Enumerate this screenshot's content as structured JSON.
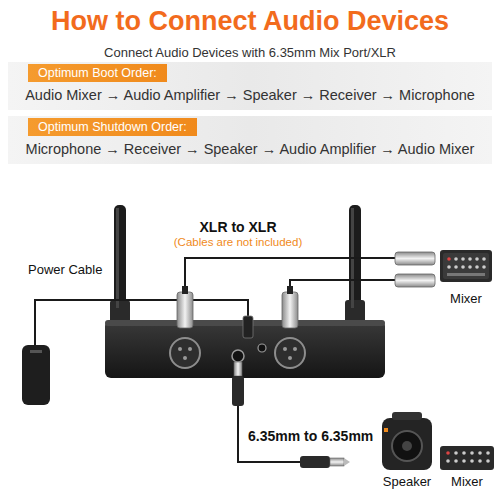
{
  "diagram": {
    "title": "How to Connect Audio Devices",
    "nodes": [
      {
        "text": [
          "Audio Mixer → Audio Amplifier → Speaker → Receiver → Microphone"
        ]
      },
      {
        "text": [
          "Optimum Boot Order:"
        ],
        "in": 0
      },
      {
        "text": [
          "Microphone → Receiver → Speaker → Audio Amplifier → Audio Mixer"
        ]
      },
      {
        "text": [
          "Optimum Shutdown Order:"
        ],
        "in": 2
      }
    ],
    "labels": [
      "Connect Audio Devices with 6.35mm Mix Port/XLR",
      "XLR to XLR",
      "(Cables are not included)",
      "Power Cable",
      "Mixer",
      "6.35mm to 6.35mm",
      "Speaker",
      "Mixer"
    ]
  }
}
